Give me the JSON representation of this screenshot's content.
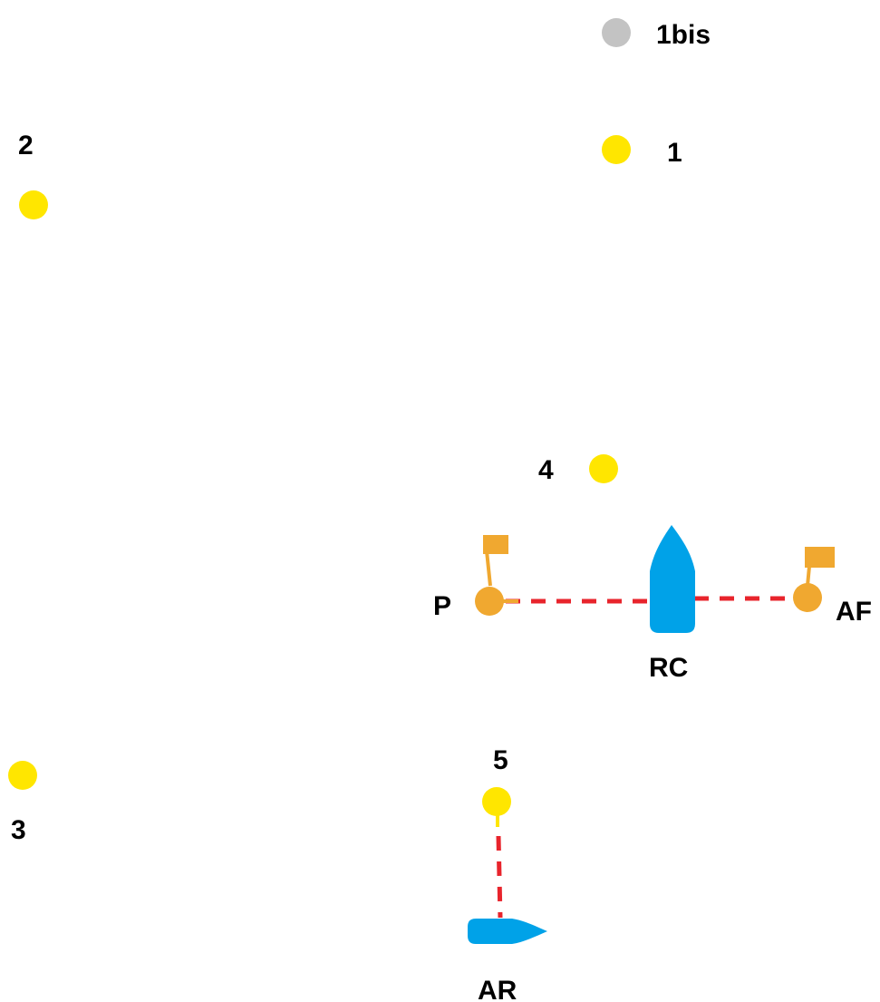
{
  "colors": {
    "buoy_yellow": "#FFE600",
    "buoy_grey": "#C3C3C3",
    "flag_orange": "#F0A830",
    "boat_blue": "#00A2E8",
    "line_red": "#E8242C",
    "label_black": "#000000"
  },
  "marks": {
    "m1bis": "1bis",
    "m1": "1",
    "m2": "2",
    "m3": "3",
    "m4": "4",
    "m5": "5"
  },
  "start_line": {
    "pin": "P",
    "committee_boat": "RC",
    "flag_pin": "AF"
  },
  "finish": {
    "boat": "AR"
  },
  "icons": {
    "yellow_buoy": "circle",
    "grey_buoy": "circle",
    "flag_buoy": "orange-flag",
    "committee_boat": "boat-bow-up",
    "arrival_boat": "boat-bow-right"
  }
}
